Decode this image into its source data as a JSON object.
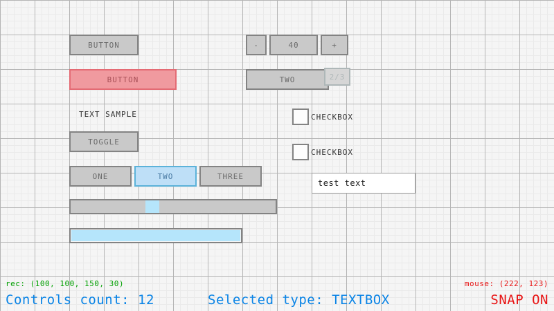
{
  "app": {
    "title": "GUI Layout Editor"
  },
  "canvas": {
    "grid_minor_color": "#eaeaea",
    "grid_major_color": "#b4b4b4",
    "background_color": "#f5f5f5"
  },
  "controls": {
    "button_plain": {
      "label": "BUTTON"
    },
    "button_selected": {
      "label": "BUTTON"
    },
    "spinner": {
      "decrement_label": "-",
      "value": "40",
      "increment_label": "+"
    },
    "dropdown": {
      "value": "TWO",
      "counter": "2/3"
    },
    "text_label": {
      "label": "TEXT SAMPLE"
    },
    "toggle": {
      "label": "TOGGLE"
    },
    "toggle_group": {
      "options": [
        {
          "label": "ONE",
          "active": false
        },
        {
          "label": "TWO",
          "active": true
        },
        {
          "label": "THREE",
          "active": false
        }
      ]
    },
    "slider": {
      "value_percent": 39
    },
    "progressbar": {
      "value_percent": 100
    },
    "checkbox_one": {
      "label": "CHECKBOX",
      "checked": false
    },
    "checkbox_two": {
      "label": "CHECKBOX",
      "checked": false
    },
    "textbox": {
      "value": "test text"
    }
  },
  "status": {
    "rec_info": "rec: (100, 100, 150, 30)",
    "rec_info_color": "#00a000",
    "mouse_info": "mouse: (222, 123)",
    "mouse_info_color": "#e81414",
    "controls_count": "Controls count: 12",
    "controls_count_color": "#0a84e6",
    "selected_type": "Selected type: TEXTBOX",
    "selected_type_color": "#0a84e6",
    "snap_state": "SNAP ON",
    "snap_state_color": "#e81414"
  }
}
